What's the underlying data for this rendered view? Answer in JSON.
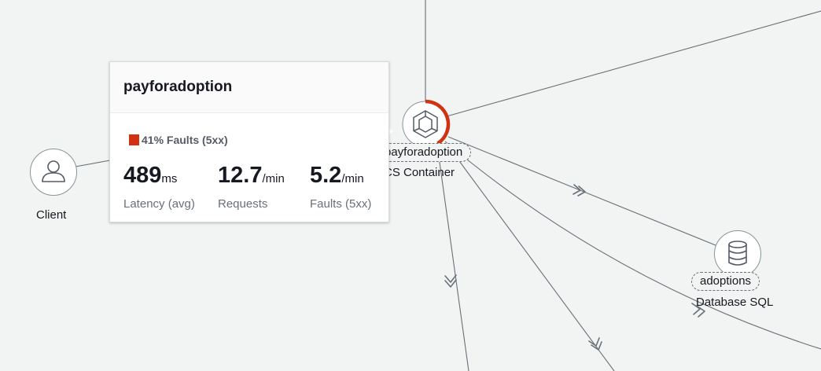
{
  "nodes": {
    "client": {
      "label": "Client",
      "icon": "user-icon"
    },
    "service": {
      "name": "payforadoption",
      "type": "ECS Container",
      "icon": "ecs-container-icon",
      "fault_ratio": 0.41
    },
    "database": {
      "name": "adoptions",
      "type": "Database SQL",
      "icon": "database-icon"
    }
  },
  "tooltip": {
    "title": "payforadoption",
    "legend": "41% Faults (5xx)",
    "metrics": [
      {
        "value": "489",
        "unit": "ms",
        "label": "Latency (avg)"
      },
      {
        "value": "12.7",
        "unit": "/min",
        "label": "Requests"
      },
      {
        "value": "5.2",
        "unit": "/min",
        "label": "Faults (5xx)"
      }
    ]
  },
  "colors": {
    "background": "#f2f3f3",
    "edge": "#687078",
    "fault": "#d13212",
    "node_border": "#879596"
  }
}
